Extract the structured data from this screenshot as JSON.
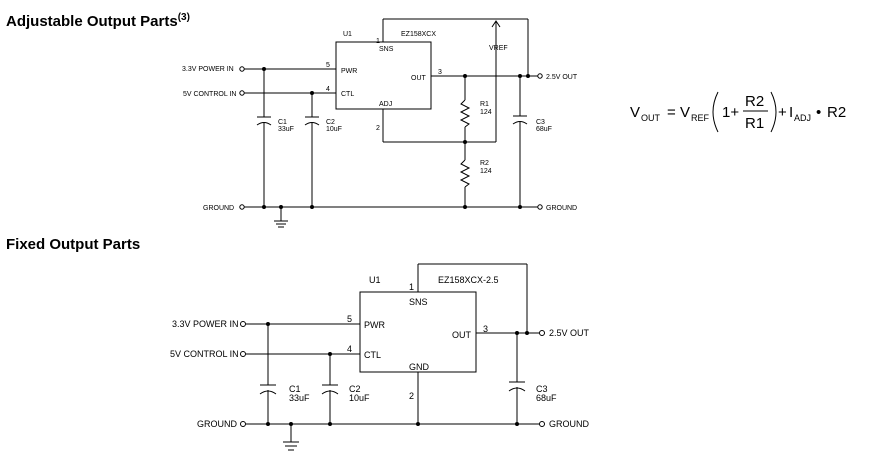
{
  "headings": {
    "adjustable": "Adjustable Output Parts",
    "adjustable_note": "(3)",
    "fixed": "Fixed Output Parts"
  },
  "adjustable_circuit": {
    "ic_ref": "U1",
    "ic_part": "EZ158XCX",
    "pins": {
      "sns": "SNS",
      "pwr": "PWR",
      "ctl": "CTL",
      "out": "OUT",
      "adj": "ADJ"
    },
    "pin_numbers": {
      "sns": "1",
      "pwr": "5",
      "ctl": "4",
      "out": "3",
      "adj": "2"
    },
    "inputs": {
      "power": "3.3V POWER IN",
      "control": "5V CONTROL IN",
      "ground_left": "GROUND"
    },
    "outputs": {
      "out": "2.5V OUT",
      "ground_right": "GROUND"
    },
    "vref": "VREF",
    "components": {
      "c1": {
        "ref": "C1",
        "value": "33uF"
      },
      "c2": {
        "ref": "C2",
        "value": "10uF"
      },
      "c3": {
        "ref": "C3",
        "value": "68uF"
      },
      "r1": {
        "ref": "R1",
        "value": "124"
      },
      "r2": {
        "ref": "R2",
        "value": "124"
      }
    }
  },
  "fixed_circuit": {
    "ic_ref": "U1",
    "ic_part": "EZ158XCX-2.5",
    "pins": {
      "sns": "SNS",
      "pwr": "PWR",
      "ctl": "CTL",
      "out": "OUT",
      "gnd": "GND"
    },
    "pin_numbers": {
      "sns": "1",
      "pwr": "5",
      "ctl": "4",
      "out": "3",
      "gnd": "2"
    },
    "inputs": {
      "power": "3.3V POWER IN",
      "control": "5V CONTROL IN",
      "ground_left": "GROUND"
    },
    "outputs": {
      "out": "2.5V OUT",
      "ground_right": "GROUND"
    },
    "components": {
      "c1": {
        "ref": "C1",
        "value": "33uF"
      },
      "c2": {
        "ref": "C2",
        "value": "10uF"
      },
      "c3": {
        "ref": "C3",
        "value": "68uF"
      }
    }
  },
  "formula": {
    "v": "V",
    "out_sub": "OUT",
    "eq": "=",
    "vref_sub": "REF",
    "one_plus": "1+",
    "r2": "R2",
    "r1": "R1",
    "plus": "+",
    "i": "I",
    "adj_sub": "ADJ",
    "bullet": "•",
    "r2_tail": "R2"
  }
}
